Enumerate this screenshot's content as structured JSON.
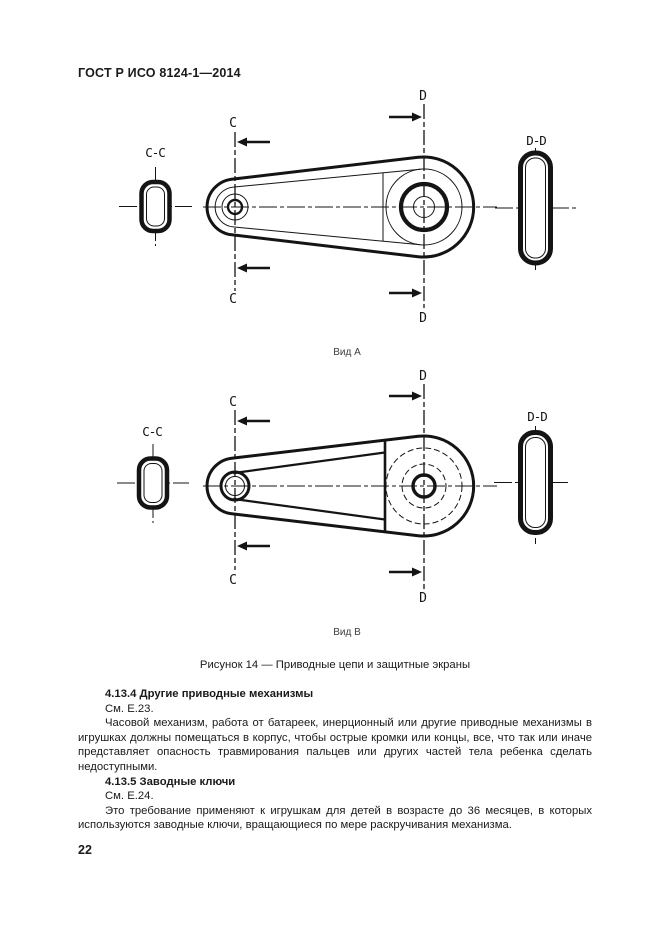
{
  "page": {
    "header": "ГОСТ Р ИСО 8124-1—2014",
    "number": "22"
  },
  "figure": {
    "caption": "Рисунок 14 — Приводные цепи и защитные экраны",
    "view_a": {
      "label": "Вид А"
    },
    "view_b": {
      "label": "Вид В"
    },
    "marks": {
      "c": "C",
      "d": "D",
      "cc": "C-C",
      "dd": "D-D"
    }
  },
  "sections": {
    "s4_13_4": {
      "heading": "4.13.4 Другие приводные механизмы",
      "see": "См. Е.23.",
      "body": "Часовой механизм, работа от батареек, инерционный или другие приводные механизмы в игрушках должны помещаться в корпус, чтобы острые кромки или концы, все, что так или иначе представляет опасность травмирования пальцев или других частей тела ребенка сделать недоступными."
    },
    "s4_13_5": {
      "heading": "4.13.5 Заводные ключи",
      "see": "См. Е.24.",
      "body": "Это требование применяют к игрушкам для детей в возрасте до 36 месяцев, в которых используются заводные ключи, вращающиеся по мере раскручивания механизма."
    }
  }
}
